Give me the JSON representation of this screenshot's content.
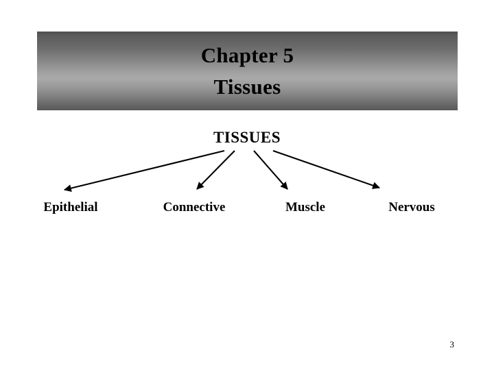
{
  "slide": {
    "background_color": "#ffffff",
    "page_number": "3"
  },
  "title_banner": {
    "line1": "Chapter 5",
    "line2": "Tissues",
    "text_color": "#000000",
    "gradient_top_color": "#595959",
    "gradient_mid_color": "#a9a9a9",
    "gradient_bottom_color": "#5a5a5a"
  },
  "diagram": {
    "type": "tree",
    "root": "TISSUES",
    "line_color": "#000000",
    "children": [
      {
        "label": "Epithelial"
      },
      {
        "label": "Connective"
      },
      {
        "label": "Muscle"
      },
      {
        "label": "Nervous"
      }
    ]
  }
}
